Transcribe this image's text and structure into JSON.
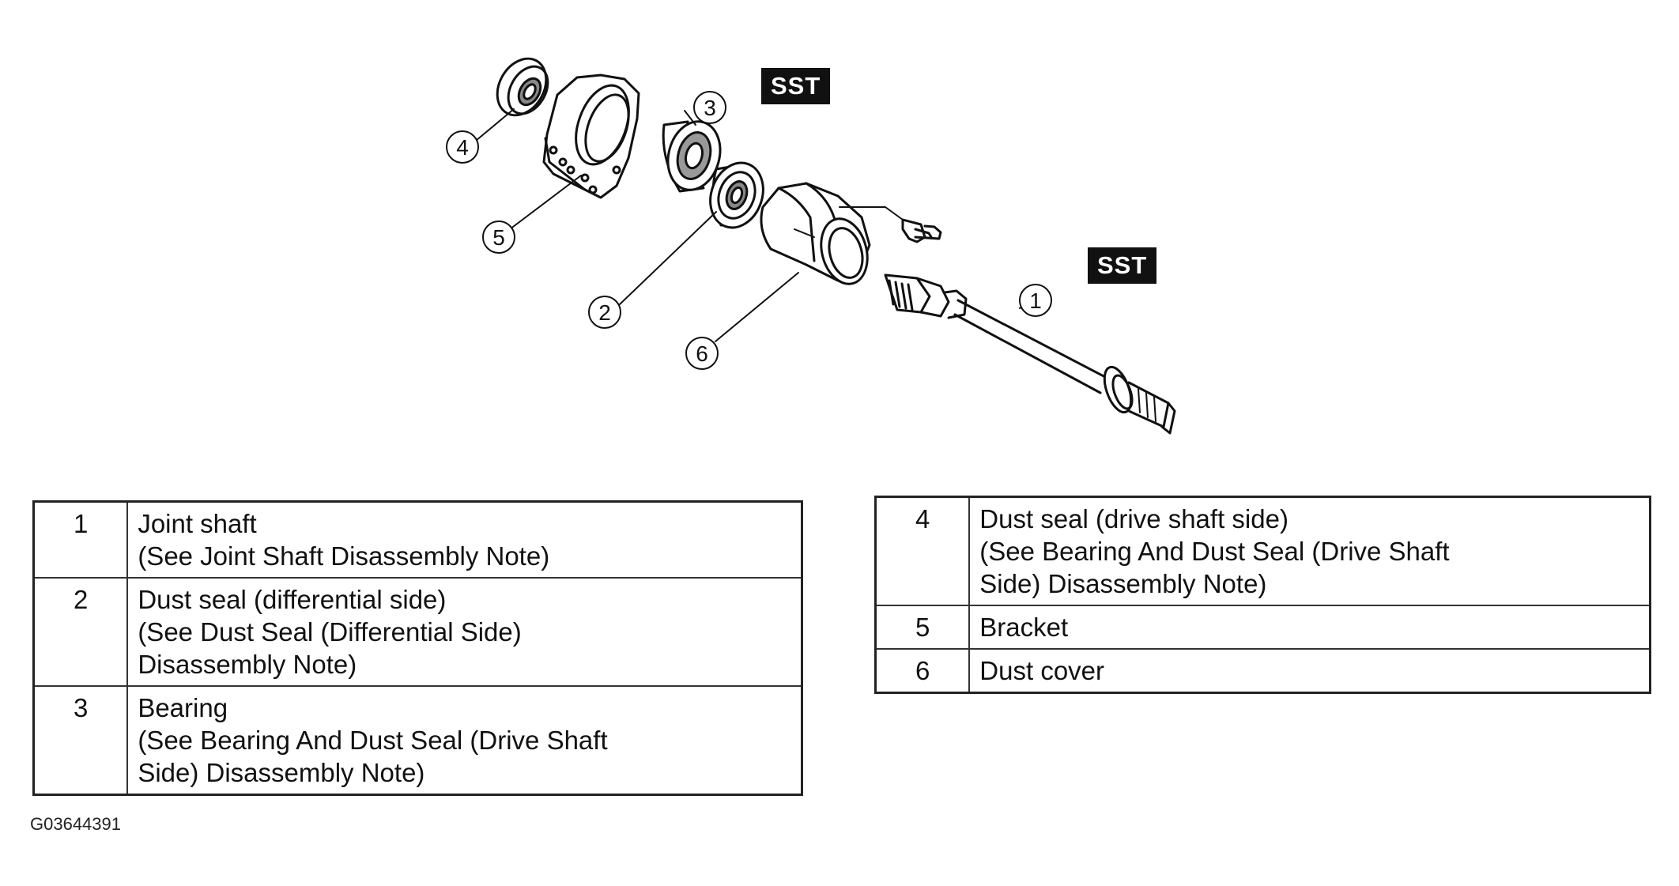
{
  "badges": [
    "SST",
    "SST"
  ],
  "callouts": [
    "1",
    "2",
    "3",
    "4",
    "5",
    "6"
  ],
  "left_table": [
    {
      "num": "1",
      "lines": [
        "Joint shaft",
        "(See  Joint Shaft Disassembly Note)"
      ]
    },
    {
      "num": "2",
      "lines": [
        "Dust seal (differential side)",
        "(See Dust Seal (Differential Side)",
        "Disassembly Note)"
      ]
    },
    {
      "num": "3",
      "lines": [
        "Bearing",
        "(See Bearing And Dust Seal (Drive Shaft",
        "Side) Disassembly Note)"
      ]
    }
  ],
  "right_table": [
    {
      "num": "4",
      "lines": [
        "Dust seal (drive shaft side)",
        "(See Bearing And Dust Seal (Drive Shaft",
        "Side) Disassembly Note)"
      ]
    },
    {
      "num": "5",
      "lines": [
        "Bracket"
      ]
    },
    {
      "num": "6",
      "lines": [
        "Dust cover"
      ]
    }
  ],
  "figure_id": "G03644391"
}
